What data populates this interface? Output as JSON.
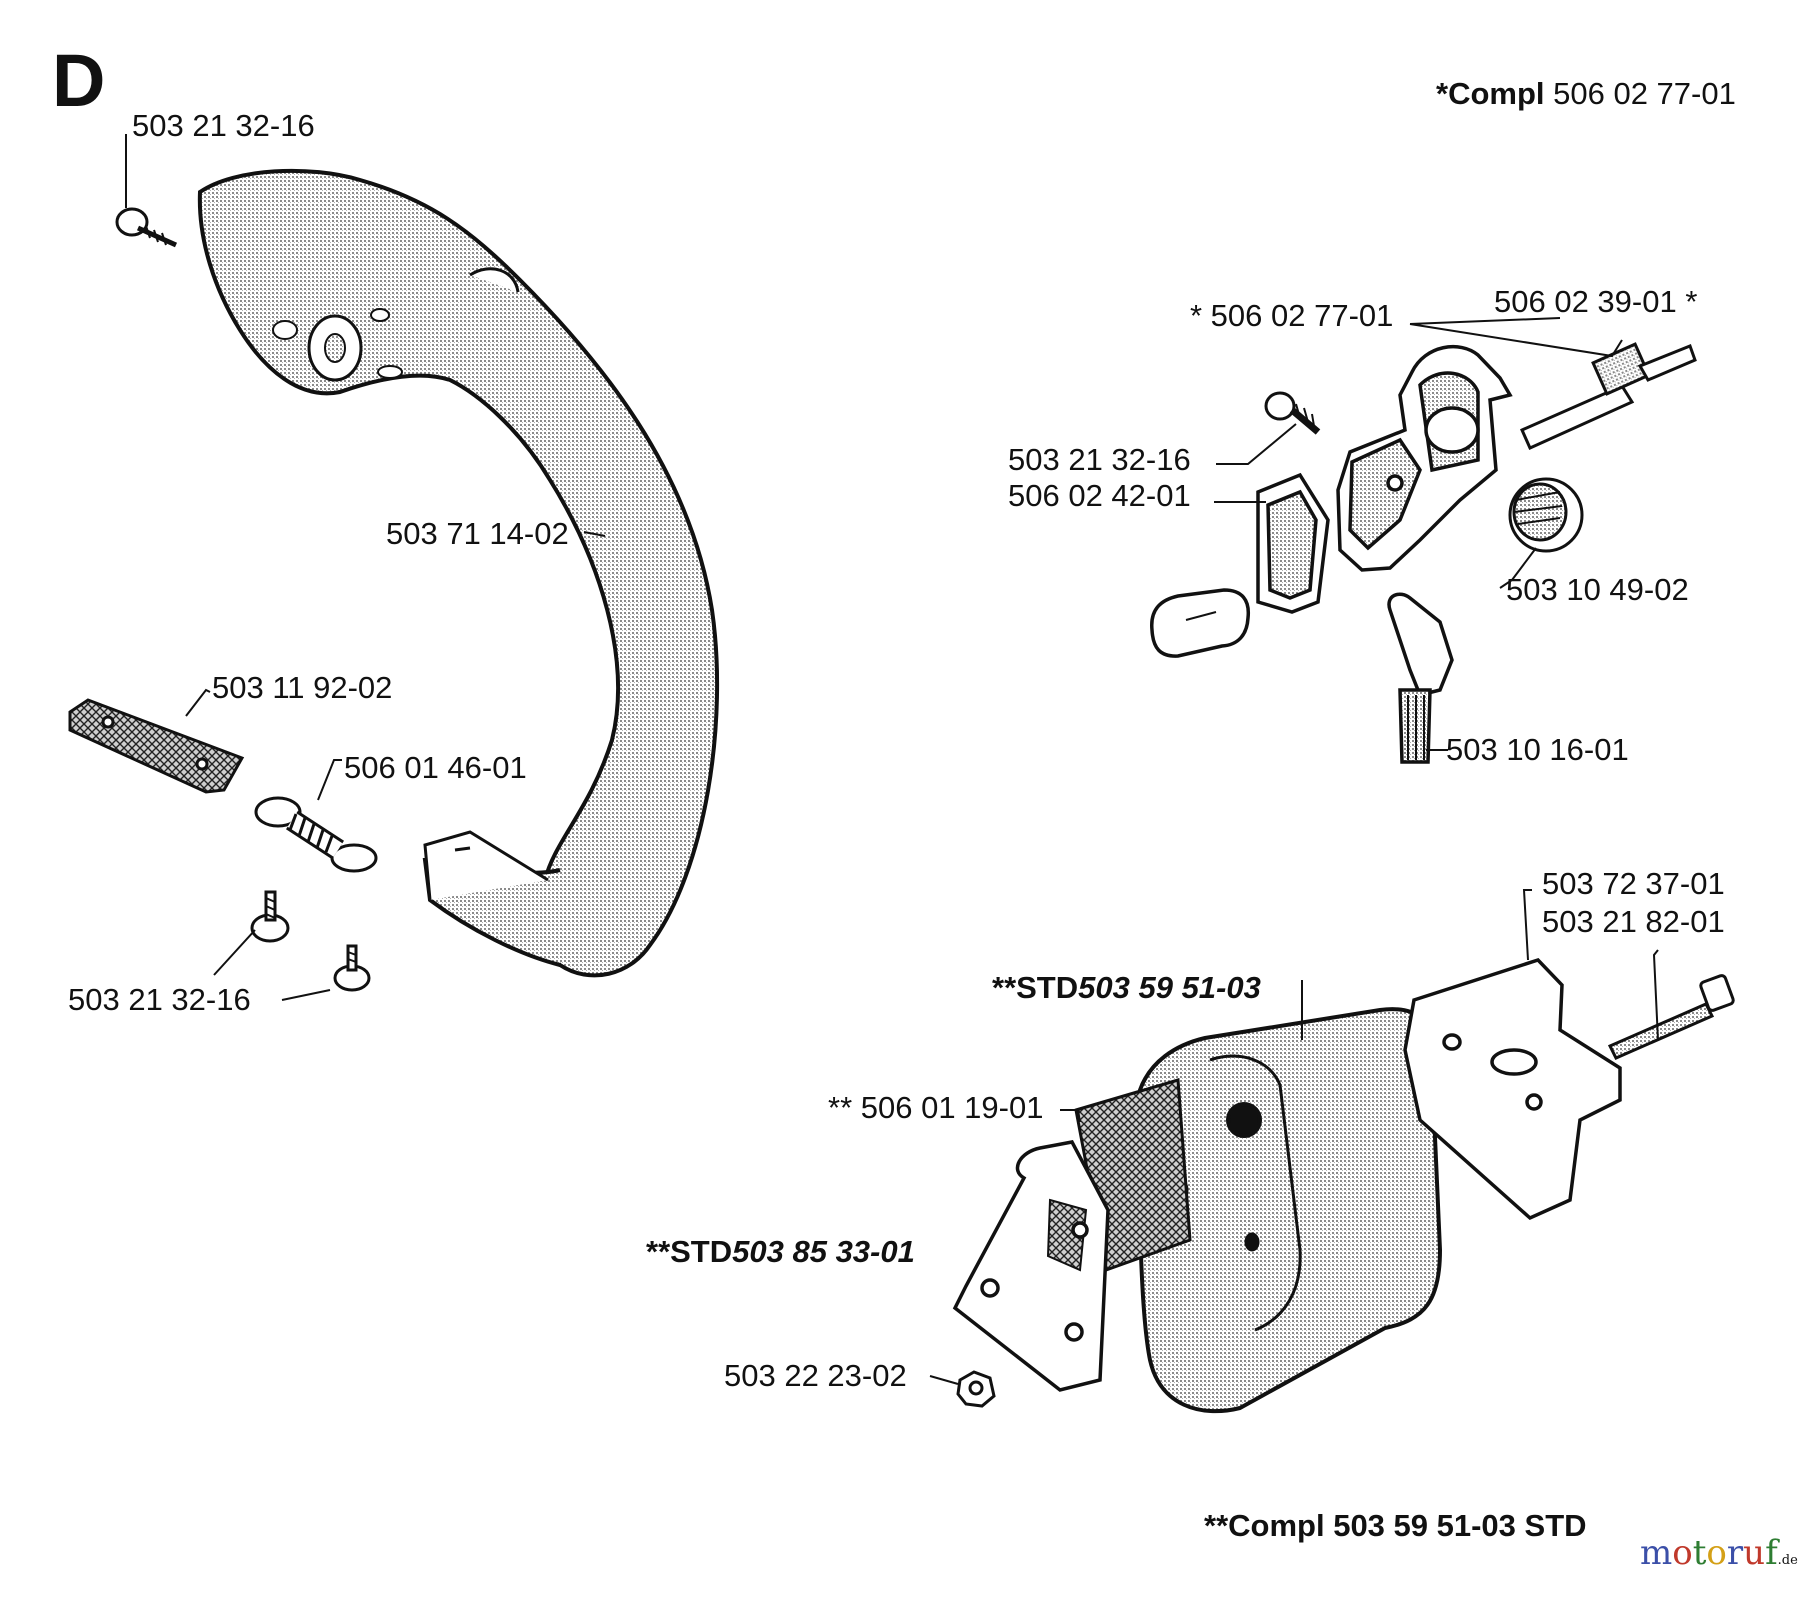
{
  "section_letter": "D",
  "header": {
    "compl_prefix": "*Compl",
    "compl_number": "506 02 77-01"
  },
  "footer": {
    "prefix": "**Compl",
    "number": "503 59 51-03",
    "suffix": "STD"
  },
  "labels": {
    "screw_top": "503 21 32-16",
    "handle": "503 71 14-02",
    "plate": "503 11 92-02",
    "spring": "506 01 46-01",
    "screws_bottom": "503 21 32-16",
    "oil_pump_set": "* 506 02 77-01",
    "pump_shaft": "506 02 39-01 *",
    "pump_screw": "503 21 32-16",
    "pump_cover": "506 02 42-01",
    "worm_gear": "503 10 49-02",
    "oil_filter": "503 10 16-01",
    "gasket": "503 72 37-01",
    "bolt": "503 21 82-01",
    "muffler_std": "503 59 51-03",
    "spark_screen": "** 506 01 19-01",
    "deflector_std": "503 85 33-01",
    "nut": "503 22 23-02"
  },
  "std_prefix": "**STD",
  "watermark": {
    "brand": "motoruf",
    "tld": ".de",
    "colors": [
      "#3b4fa8",
      "#c0392b",
      "#2e7d32",
      "#d4a017"
    ]
  }
}
